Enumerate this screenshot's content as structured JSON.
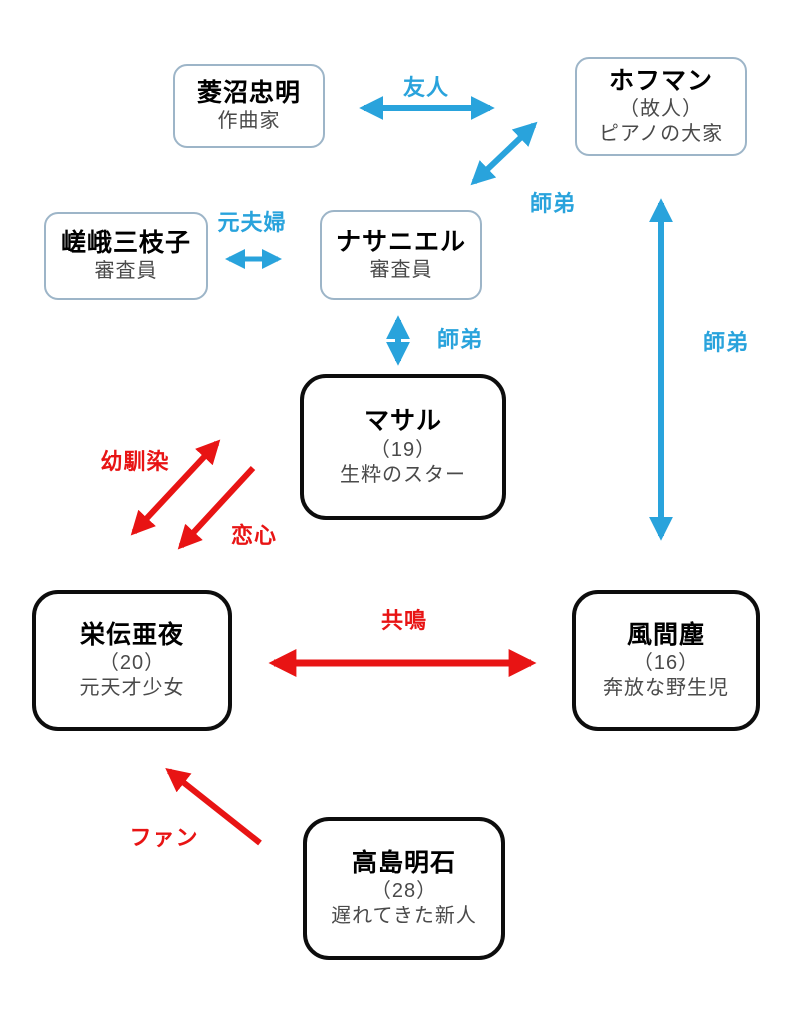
{
  "colors": {
    "blue": "#29a3dc",
    "red": "#e81414",
    "border_light": "#9db5c8",
    "border_dark": "#0d0d0d"
  },
  "nodes": {
    "hishinuma": {
      "name": "菱沼忠明",
      "role": "作曲家"
    },
    "hoffman": {
      "name": "ホフマン",
      "note": "（故人）",
      "role": "ピアノの大家"
    },
    "saga": {
      "name": "嵯峨三枝子",
      "role": "審査員"
    },
    "nathaniel": {
      "name": "ナサニエル",
      "role": "審査員"
    },
    "masaru": {
      "name": "マサル",
      "age": "（19）",
      "role": "生粋のスター"
    },
    "aya": {
      "name": "栄伝亜夜",
      "age": "（20）",
      "role": "元天才少女"
    },
    "jin": {
      "name": "風間塵",
      "age": "（16）",
      "role": "奔放な野生児"
    },
    "takashima": {
      "name": "高島明石",
      "age": "（28）",
      "role": "遅れてきた新人"
    }
  },
  "edges": {
    "yujin": {
      "label": "友人",
      "from": "hishinuma",
      "to": "hoffman",
      "directed": false
    },
    "shitei_hoffman_nathaniel": {
      "label": "師弟",
      "from": "hoffman",
      "to": "nathaniel",
      "directed": false
    },
    "motofufu": {
      "label": "元夫婦",
      "from": "saga",
      "to": "nathaniel",
      "directed": false
    },
    "shitei_nathaniel_masaru": {
      "label": "師弟",
      "from": "nathaniel",
      "to": "masaru",
      "directed": false
    },
    "shitei_hoffman_jin": {
      "label": "師弟",
      "from": "hoffman",
      "to": "jin",
      "directed": false
    },
    "osananajimi": {
      "label": "幼馴染",
      "from": "aya",
      "to": "masaru",
      "directed": false
    },
    "koigokoro": {
      "label": "恋心",
      "from": "masaru",
      "to": "aya",
      "directed": true
    },
    "kyomei": {
      "label": "共鳴",
      "from": "aya",
      "to": "jin",
      "directed": false
    },
    "fan": {
      "label": "ファン",
      "from": "takashima",
      "to": "aya",
      "directed": true
    }
  }
}
